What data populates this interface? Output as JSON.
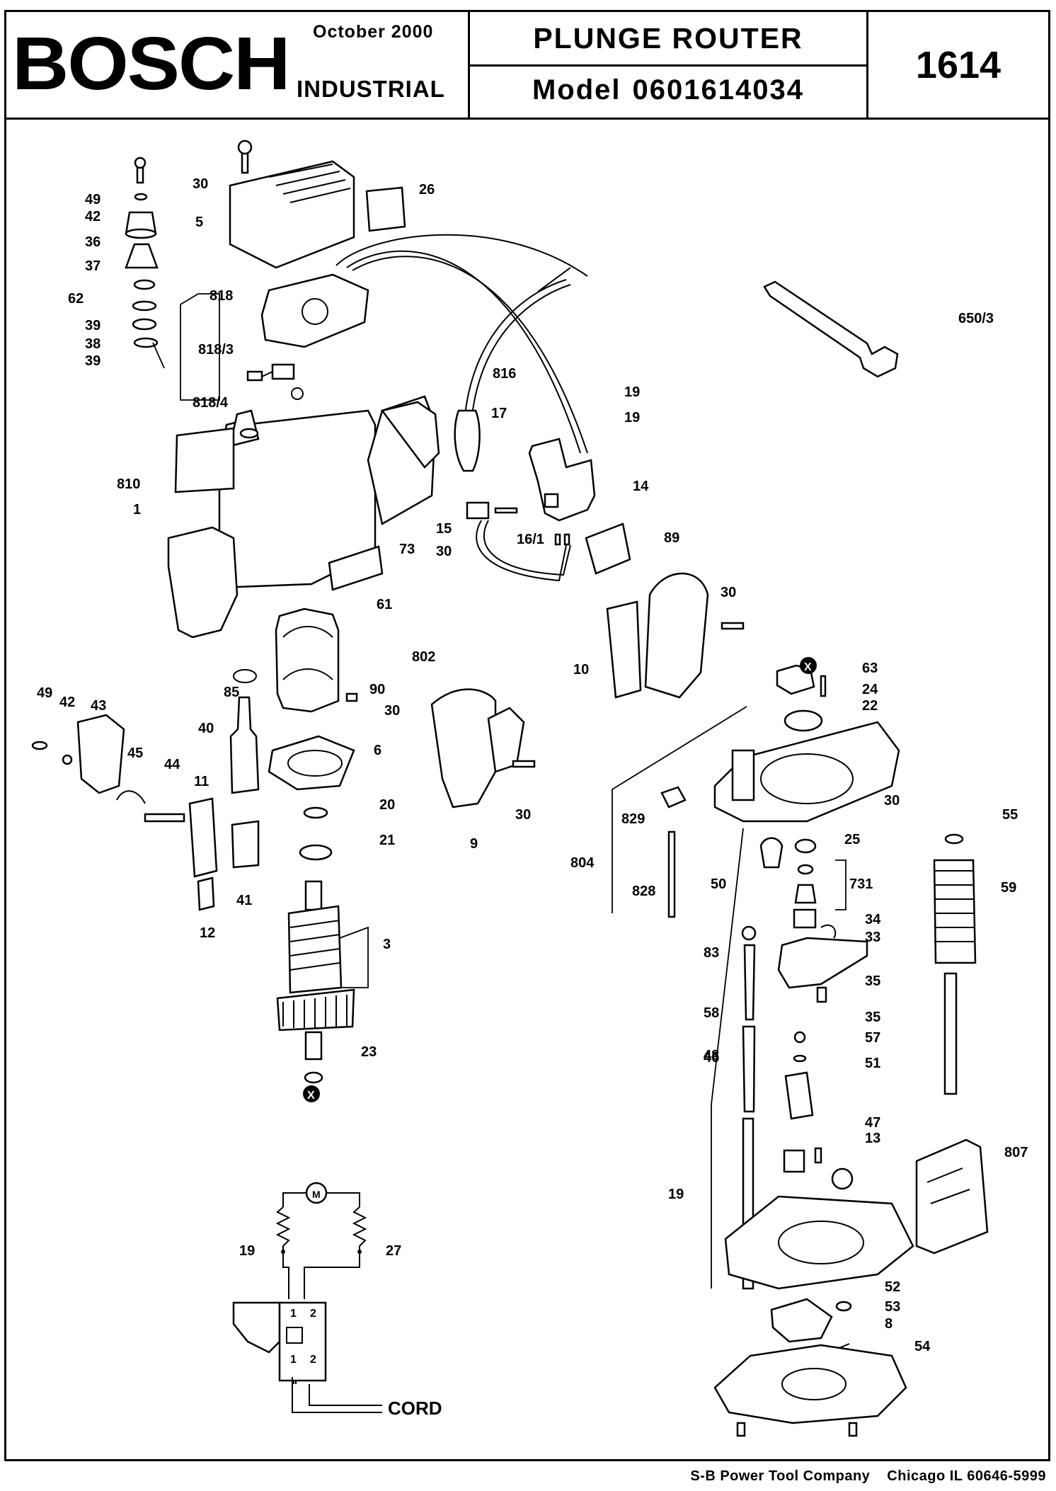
{
  "header": {
    "brand": "BOSCH",
    "date": "October 2000",
    "division": "INDUSTRIAL",
    "product": "PLUNGE ROUTER",
    "model_label": "Model",
    "model_number": "0601614034",
    "tool_number": "1614"
  },
  "diagram": {
    "part_labels": [
      "49",
      "42",
      "36",
      "37",
      "62",
      "39",
      "38",
      "39",
      "30",
      "5",
      "26",
      "818",
      "818/3",
      "818/4",
      "816",
      "17",
      "19",
      "19",
      "650/3",
      "810",
      "1",
      "14",
      "15",
      "30",
      "16/1",
      "89",
      "73",
      "61",
      "802",
      "90",
      "30",
      "30",
      "10",
      "85",
      "49",
      "42",
      "43",
      "45",
      "44",
      "11",
      "40",
      "6",
      "20",
      "21",
      "41",
      "12",
      "3",
      "23",
      "9",
      "30",
      "63",
      "24",
      "22",
      "829",
      "804",
      "30",
      "25",
      "50",
      "731",
      "828",
      "55",
      "59",
      "34",
      "33",
      "83",
      "35",
      "58",
      "35",
      "48",
      "57",
      "46",
      "51",
      "47",
      "13",
      "807",
      "19",
      "19",
      "27",
      "52",
      "53",
      "8",
      "54"
    ],
    "callout_symbol": "X",
    "motor_symbol": "M",
    "switch_terminals": [
      "1",
      "2",
      "1",
      "2"
    ],
    "cord_label": "CORD"
  },
  "footer": {
    "company": "S-B Power Tool Company",
    "address": "Chicago IL 60646-5999"
  }
}
